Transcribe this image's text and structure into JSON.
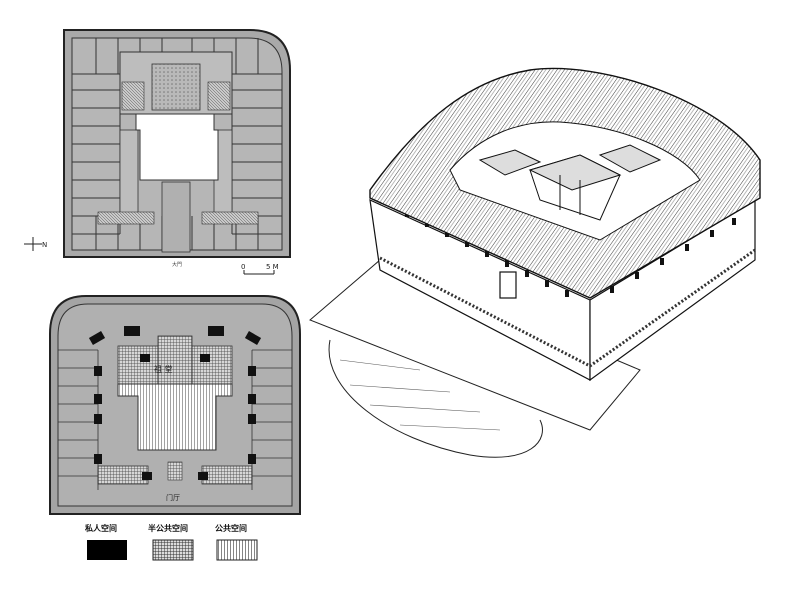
{
  "plan_top": {
    "north_label": "N",
    "scale_start": "0",
    "scale_end": "5 M",
    "entrance_text": "大門"
  },
  "plan_bottom": {
    "ancestral_hall": "祖 堂",
    "gate_hall": "门厅"
  },
  "legend": {
    "items": [
      {
        "label": "私人空间",
        "pattern": "solid-black"
      },
      {
        "label": "半公共空间",
        "pattern": "crosshatch"
      },
      {
        "label": "公共空间",
        "pattern": "vertical-lines"
      }
    ]
  }
}
